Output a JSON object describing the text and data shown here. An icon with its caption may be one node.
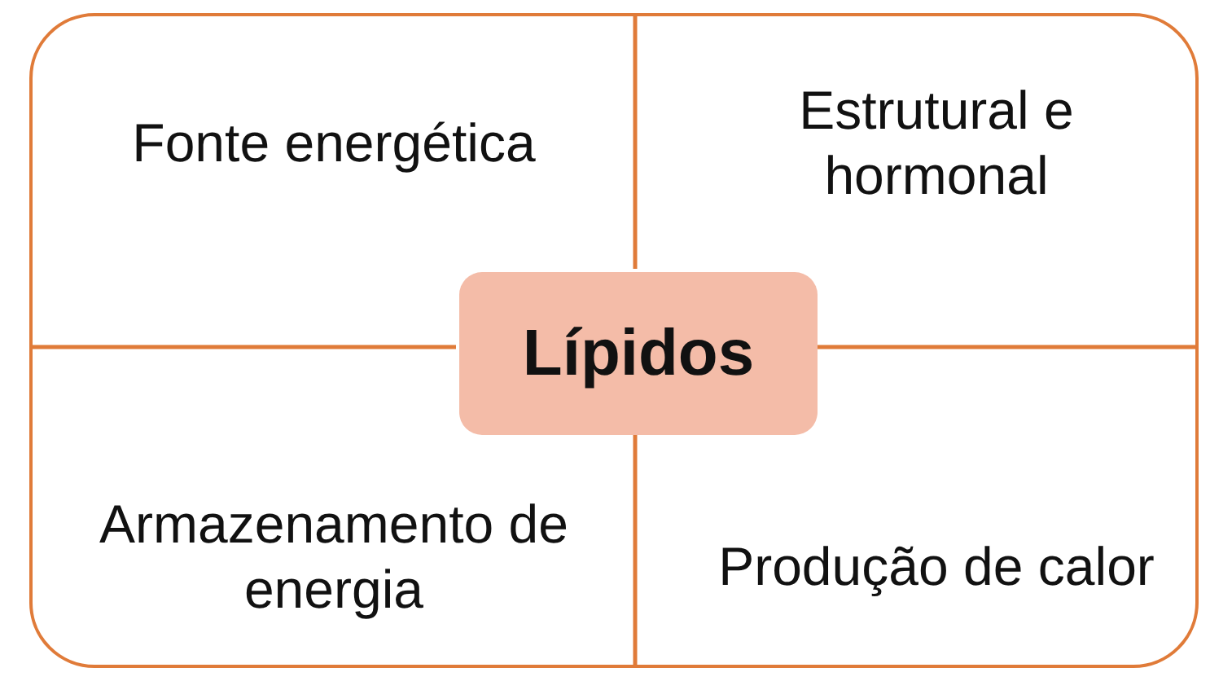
{
  "diagram": {
    "nodes": [
      {
        "text": [],
        "shape": "box"
      },
      {
        "text": [
          "Fonte energética"
        ],
        "in": 0
      },
      {
        "text": [
          "Estrutural e hormonal"
        ],
        "in": 0
      },
      {
        "text": [
          "Lípidos"
        ],
        "in": 0
      },
      {
        "text": [
          "Armazenamento de energia"
        ],
        "in": 0
      },
      {
        "text": [
          "Produção de calor"
        ],
        "in": 0
      }
    ],
    "edges": []
  }
}
